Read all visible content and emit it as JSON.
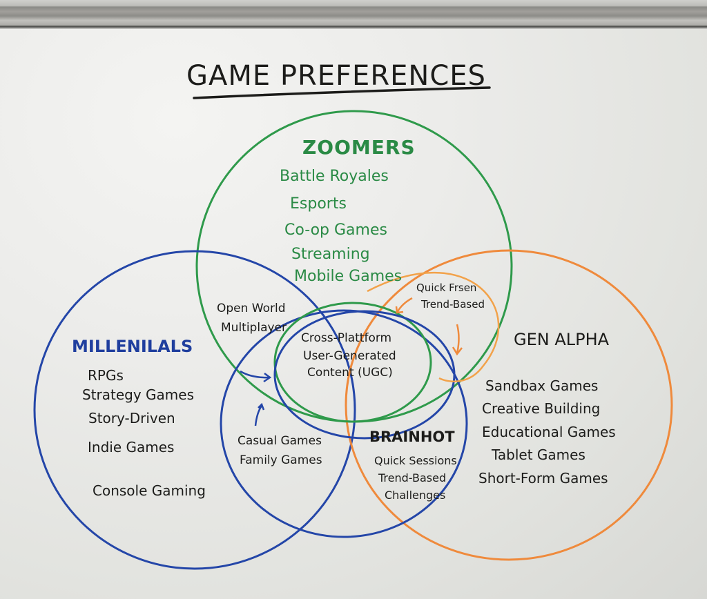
{
  "title": "GAME PREFERENCES",
  "colors": {
    "zoomers": "#2f9a4b",
    "millennials": "#2446a8",
    "gen_alpha": "#ef8a3c",
    "ink": "#1c1c1a"
  },
  "groups": {
    "zoomers": {
      "label": "ZOOMERS",
      "items": [
        "Battle Royales",
        "Esports",
        "Co-op Games",
        "Streaming",
        "Mobile Games"
      ]
    },
    "millennials": {
      "label": "MILLENILALS",
      "items": [
        "RPGs",
        "Strategy Games",
        "Story-Driven",
        "Indie Games",
        "Console Gaming"
      ]
    },
    "gen_alpha": {
      "label": "GEN ALPHA",
      "items": [
        "Sandbax Games",
        "Creative Building",
        "Educational Games",
        "Tablet Games",
        "Short-Form Games"
      ]
    }
  },
  "overlaps": {
    "zoomers_millennials": [
      "Open World",
      "Multiplayer"
    ],
    "zoomers_gen_alpha": [
      "Quick Frsen",
      "Trend-Based"
    ],
    "center": [
      "Cross-Plattform",
      "User-Generated",
      "Content (UGC)"
    ],
    "millennials_inner": [
      "Casual Games",
      "Family Games"
    ],
    "brainhot": {
      "label": "BRAINHOT",
      "items": [
        "Quick Sessions",
        "Trend-Based",
        "Challenges"
      ]
    }
  }
}
